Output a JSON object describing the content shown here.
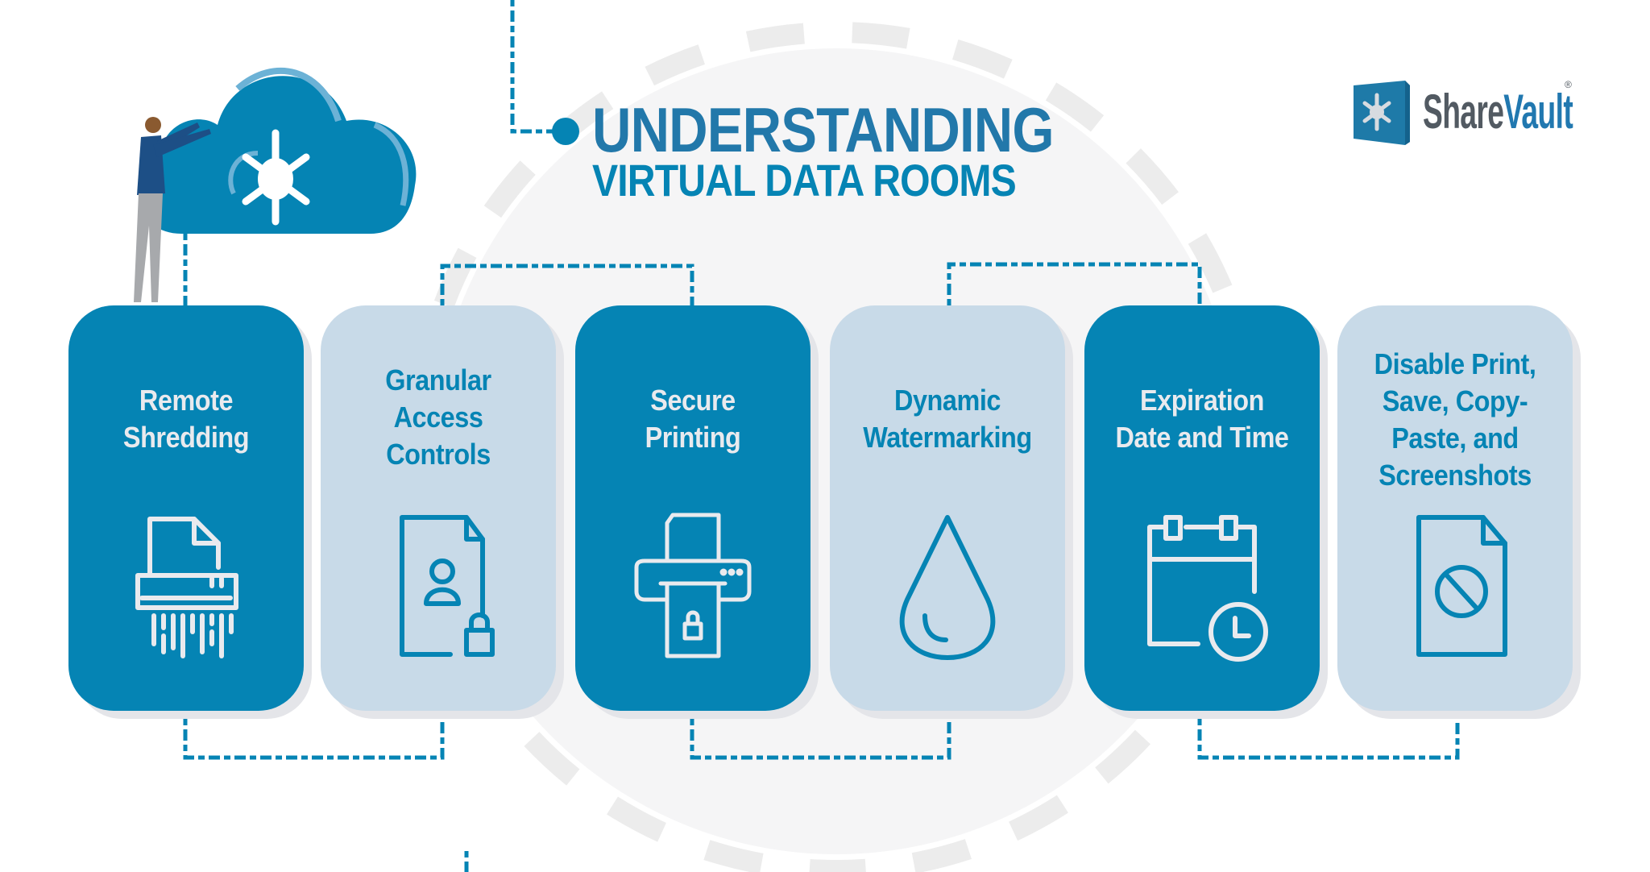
{
  "title": {
    "line1": "UNDERSTANDING",
    "line2": "VIRTUAL DATA ROOMS"
  },
  "logo": {
    "part1": "Share",
    "part2": "Vault",
    "registered": "®",
    "icon": "vault-dial-icon"
  },
  "hero": {
    "icon": "cloud-vault-icon",
    "figure": "person-pushing-cloud"
  },
  "colors": {
    "primary": "#0584b4",
    "title": "#2278aa",
    "light_card": "#c8dae8",
    "card_text_light": "#e9eaee",
    "logo_gray": "#525a62",
    "logo_blue": "#2178b0",
    "ring": "#ececec"
  },
  "features": [
    {
      "label_lines": [
        "Remote",
        "Shredding"
      ],
      "style": "dark",
      "icon": "shredder-icon"
    },
    {
      "label_lines": [
        "Granular",
        "Access",
        "Controls"
      ],
      "style": "light",
      "icon": "document-user-lock-icon"
    },
    {
      "label_lines": [
        "Secure",
        "Printing"
      ],
      "style": "dark",
      "icon": "printer-lock-icon"
    },
    {
      "label_lines": [
        "Dynamic",
        "Watermarking"
      ],
      "style": "light",
      "icon": "water-drop-icon"
    },
    {
      "label_lines": [
        "Expiration",
        "Date and Time"
      ],
      "style": "dark",
      "icon": "calendar-clock-icon"
    },
    {
      "label_lines": [
        "Disable Print,",
        "Save, Copy-",
        "Paste, and",
        "Screenshots"
      ],
      "style": "light",
      "icon": "document-blocked-icon"
    }
  ]
}
